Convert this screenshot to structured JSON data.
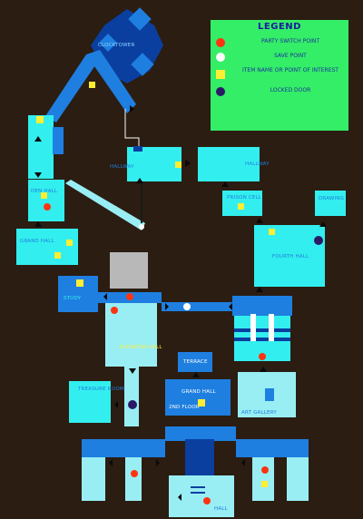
{
  "legend": {
    "title": "LEGEND",
    "items": [
      {
        "symbol": "red-dot",
        "color": "#ff3311",
        "label": "PARTY SWITCH POINT"
      },
      {
        "symbol": "white-dot",
        "color": "#ffffff",
        "label": "SAVE POINT"
      },
      {
        "symbol": "yellow-square",
        "color": "#ffee33",
        "label": "ITEM NAME OR POINT OF INTEREST"
      },
      {
        "symbol": "purple-circle",
        "color": "#2a1a66",
        "label": "LOCKED DOOR"
      }
    ]
  },
  "rooms": {
    "clocktower": "CLOCKTOWER",
    "hallway_left": "HALLWAY",
    "hallway_right": "HALLWAY",
    "prison_cell": "PRISON CELL",
    "drawing": "DRAWING",
    "left_room": "DEN HALL",
    "grand_hall_left": "GRAND HALL",
    "fourth_hall": "FOURTH HALL",
    "west_room": "STUDY",
    "elevator_hall": "ELEVATOR HALL",
    "terrace": "TERRACE",
    "grand_hall_center": "GRAND HALL",
    "grand_hall_sub": "2ND FLOOR",
    "art_gallery": "ART GALLERY",
    "treasure_room": "TREASURE ROOM",
    "bottom_hall": "HALL"
  },
  "colors": {
    "background": "#2b1d12",
    "room_light": "#33eeee",
    "room_pale": "#99eef4",
    "corridor": "#1e7fe0",
    "deep_blue": "#0a3fa0",
    "legend_bg": "#33ee66"
  }
}
